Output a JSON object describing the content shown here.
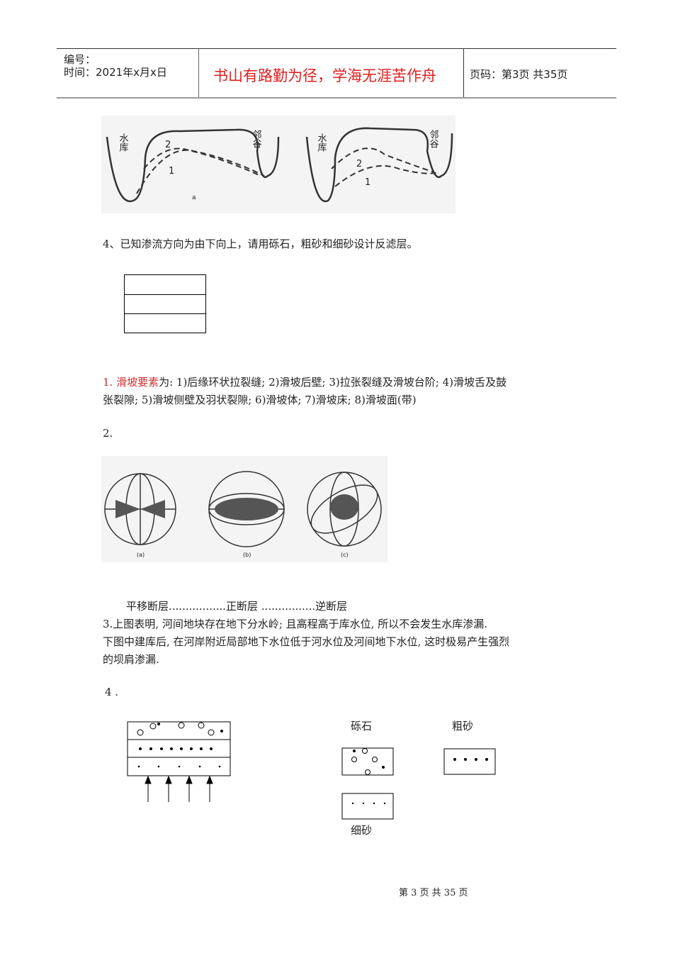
{
  "header": {
    "number_label": "编号：",
    "date_label": "时间：2021年x月x日",
    "motto": "书山有路勤为径，学海无涯苦作舟",
    "page_label": "页码：第3页  共35页",
    "motto_color": "#e02020"
  },
  "figure1": {
    "left": {
      "reservoir": "水库",
      "valley": "邻谷",
      "l1": "1",
      "l2": "2",
      "caption": "a"
    },
    "right": {
      "reservoir": "水库",
      "valley": "邻谷",
      "l1": "1",
      "l2": "2"
    }
  },
  "q4": {
    "text": "4、已知渗流方向为由下向上，请用砾石，粗砂和细砂设计反滤层。"
  },
  "a1": {
    "highlight": "1. 滑坡要素",
    "highlight_color": "#d03030",
    "rest": "为: 1)后缘环状拉裂缝; 2)滑坡后壁; 3)拉张裂缝及滑坡台阶; 4)滑坡舌及鼓",
    "line2": "张裂隙; 5)滑坡侧壁及羽状裂隙; 6)滑坡体; 7)滑坡床; 8)滑坡面(带)"
  },
  "a2": {
    "label": "2.",
    "captions": [
      "(a)",
      "(b)",
      "(c)"
    ],
    "faults": "平移断层.................正断层 ................逆断层"
  },
  "a3": {
    "line1": "3.上图表明, 河间地块存在地下分水岭; 且高程高于库水位, 所以不会发生水库渗漏.",
    "line2": "下图中建库后, 在河岸附近局部地下水位低于河水位及河间地下水位, 这时极易产生强烈",
    "line3": "的坝肩渗漏."
  },
  "a4": {
    "label": "4 .",
    "gravel": "砾石",
    "coarse": "粗砂",
    "fine": "细砂"
  },
  "footer": {
    "text": "第 3 页 共 35 页"
  }
}
